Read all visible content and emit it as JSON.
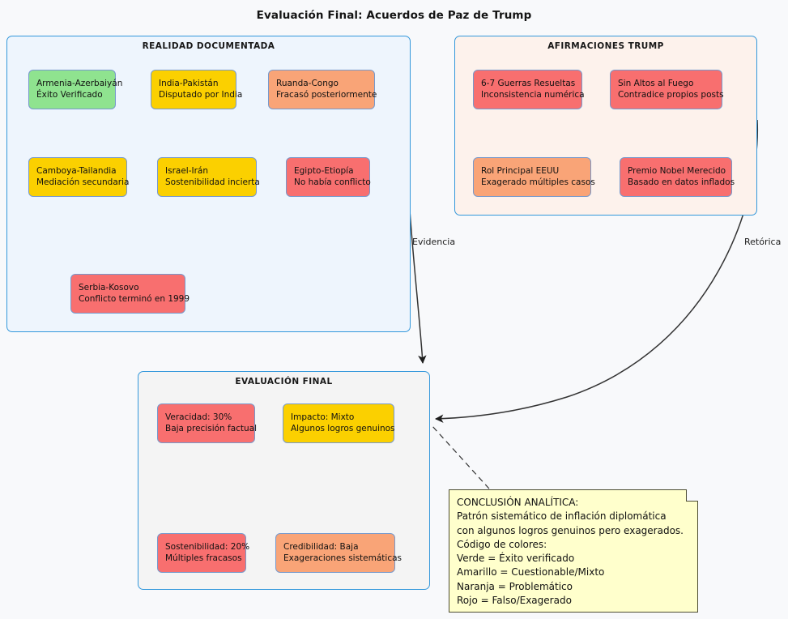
{
  "title": "Evaluación Final: Acuerdos de Paz de Trump",
  "colors": {
    "background": "#f8f9fb",
    "cluster_border": "#3498db",
    "reality_fill": "#eef5fd",
    "claims_fill": "#fdf2ec",
    "final_fill": "#f4f4f4",
    "green": "#8fe38f",
    "yellow": "#fbd000",
    "orange": "#f9a477",
    "red": "#f86f6f",
    "note_fill": "#ffffcc",
    "edge": "#333333"
  },
  "clusters": {
    "reality": {
      "label": "REALIDAD DOCUMENTADA",
      "nodes": [
        {
          "l1": "Armenia-Azerbaiyán",
          "l2": "Éxito Verificado",
          "color": "green"
        },
        {
          "l1": "India-Pakistán",
          "l2": "Disputado por India",
          "color": "yellow"
        },
        {
          "l1": "Ruanda-Congo",
          "l2": "Fracasó posteriormente",
          "color": "orange"
        },
        {
          "l1": "Camboya-Tailandia",
          "l2": "Mediación secundaria",
          "color": "yellow"
        },
        {
          "l1": "Israel-Irán",
          "l2": "Sostenibilidad incierta",
          "color": "yellow"
        },
        {
          "l1": "Egipto-Etiopía",
          "l2": "No había conflicto",
          "color": "red"
        },
        {
          "l1": "Serbia-Kosovo",
          "l2": "Conflicto terminó en 1999",
          "color": "red"
        }
      ]
    },
    "claims": {
      "label": "AFIRMACIONES TRUMP",
      "nodes": [
        {
          "l1": "6-7 Guerras Resueltas",
          "l2": "Inconsistencia numérica",
          "color": "red"
        },
        {
          "l1": "Sin Altos al Fuego",
          "l2": "Contradice propios posts",
          "color": "red"
        },
        {
          "l1": "Rol Principal EEUU",
          "l2": "Exagerado múltiples casos",
          "color": "orange"
        },
        {
          "l1": "Premio Nobel Merecido",
          "l2": "Basado en datos inflados",
          "color": "red"
        }
      ]
    },
    "final": {
      "label": "EVALUACIÓN FINAL",
      "nodes": [
        {
          "l1": "Veracidad: 30%",
          "l2": "Baja precisión factual",
          "color": "red"
        },
        {
          "l1": "Impacto: Mixto",
          "l2": "Algunos logros genuinos",
          "color": "yellow"
        },
        {
          "l1": "Sostenibilidad: 20%",
          "l2": "Múltiples fracasos",
          "color": "red"
        },
        {
          "l1": "Credibilidad: Baja",
          "l2": "Exageraciones sistemáticas",
          "color": "orange"
        }
      ]
    }
  },
  "edges": [
    {
      "label": "Evidencia",
      "from": "reality",
      "to": "final",
      "style": "solid-arrow"
    },
    {
      "label": "Retórica",
      "from": "claims",
      "to": "final",
      "style": "curved-arrow"
    },
    {
      "label": "",
      "from": "note",
      "to": "final",
      "style": "dashed"
    }
  ],
  "note": {
    "lines": [
      "CONCLUSIÓN ANALÍTICA:",
      "Patrón sistemático de inflación diplomática",
      "con algunos logros genuinos pero exagerados.",
      "Código de colores:",
      "Verde = Éxito verificado",
      "Amarillo = Cuestionable/Mixto",
      "Naranja = Problemático",
      "Rojo = Falso/Exagerado"
    ]
  }
}
